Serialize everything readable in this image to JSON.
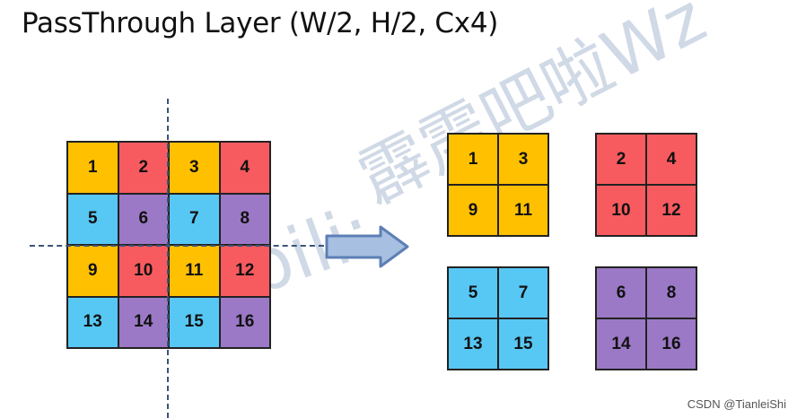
{
  "title": "PassThrough Layer (W/2, H/2, Cx4)",
  "colors": {
    "yellow": "#ffc000",
    "red": "#f75b5f",
    "blue": "#57c7f4",
    "purple": "#9b79c6",
    "dashed_line": "#3c5479",
    "arrow_fill": "#a7bfe0",
    "arrow_stroke": "#5d7fb6"
  },
  "main_grid": {
    "cells": [
      {
        "label": "1",
        "color": "yellow"
      },
      {
        "label": "2",
        "color": "red"
      },
      {
        "label": "3",
        "color": "yellow"
      },
      {
        "label": "4",
        "color": "red"
      },
      {
        "label": "5",
        "color": "blue"
      },
      {
        "label": "6",
        "color": "purple"
      },
      {
        "label": "7",
        "color": "blue"
      },
      {
        "label": "8",
        "color": "purple"
      },
      {
        "label": "9",
        "color": "yellow"
      },
      {
        "label": "10",
        "color": "red"
      },
      {
        "label": "11",
        "color": "yellow"
      },
      {
        "label": "12",
        "color": "red"
      },
      {
        "label": "13",
        "color": "blue"
      },
      {
        "label": "14",
        "color": "purple"
      },
      {
        "label": "15",
        "color": "blue"
      },
      {
        "label": "16",
        "color": "purple"
      }
    ]
  },
  "sub_grids": [
    {
      "id": "sub-yellow",
      "color": "yellow",
      "labels": [
        "1",
        "3",
        "9",
        "11"
      ]
    },
    {
      "id": "sub-red",
      "color": "red",
      "labels": [
        "2",
        "4",
        "10",
        "12"
      ]
    },
    {
      "id": "sub-blue",
      "color": "blue",
      "labels": [
        "5",
        "7",
        "13",
        "15"
      ]
    },
    {
      "id": "sub-purple",
      "color": "purple",
      "labels": [
        "6",
        "8",
        "14",
        "16"
      ]
    }
  ],
  "watermark": {
    "chinese": "霹雳吧啦Wz",
    "latin": "bilibili:"
  },
  "footer": "CSDN @TianleiShi"
}
